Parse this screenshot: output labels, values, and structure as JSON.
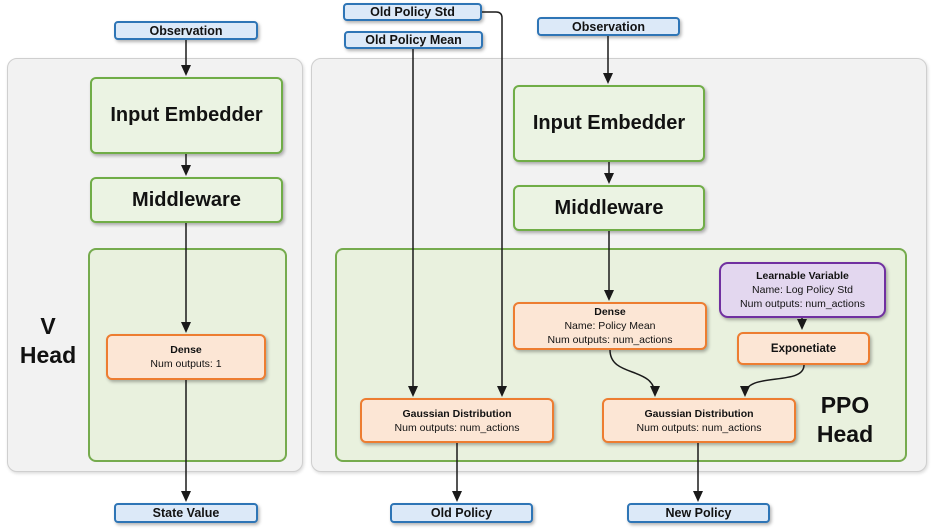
{
  "diagram": {
    "v_head": {
      "label_line1": "V",
      "label_line2": "Head",
      "observation": "Observation",
      "input_embedder": "Input Embedder",
      "middleware": "Middleware",
      "dense": {
        "title": "Dense",
        "line2": "Num outputs: 1"
      },
      "state_value": "State Value"
    },
    "ppo_head": {
      "label_line1": "PPO",
      "label_line2": "Head",
      "old_policy_std": "Old Policy Std",
      "old_policy_mean": "Old Policy Mean",
      "observation": "Observation",
      "input_embedder": "Input Embedder",
      "middleware": "Middleware",
      "dense": {
        "title": "Dense",
        "line2": "Name: Policy Mean",
        "line3": "Num outputs: num_actions"
      },
      "learnable_variable": {
        "title": "Learnable Variable",
        "line2": "Name: Log Policy Std",
        "line3": "Num outputs: num_actions"
      },
      "exponetiate": "Exponetiate",
      "gaussian_old": {
        "title": "Gaussian Distribution",
        "line2": "Num outputs: num_actions"
      },
      "gaussian_new": {
        "title": "Gaussian Distribution",
        "line2": "Num outputs: num_actions"
      },
      "old_policy": "Old Policy",
      "new_policy": "New Policy"
    },
    "colors": {
      "blue_fill": "#dce9f8",
      "blue_border": "#2e75b6",
      "green_fill": "#ebf3e3",
      "green_border": "#70ad47",
      "green_container_fill": "#e9f1de",
      "orange_fill": "#fce6d5",
      "orange_border": "#ed7d31",
      "purple_fill": "#e3d7ef",
      "purple_border": "#7030a0",
      "panel_fill": "#f2f2f2",
      "panel_border": "#cfcfcf",
      "arrow": "#1a1a1a"
    }
  }
}
